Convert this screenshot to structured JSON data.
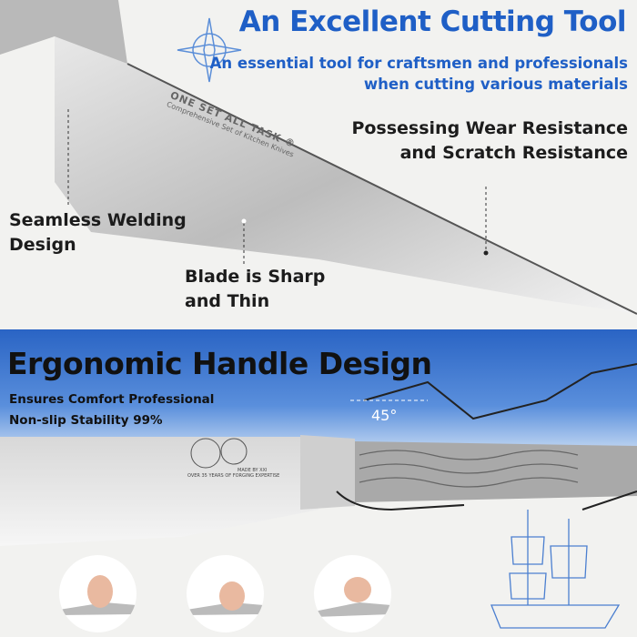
{
  "header": {
    "title": "An Excellent Cutting Tool",
    "subtitle_lines": [
      "An essential tool for craftsmen and professionals",
      "when cutting various materials"
    ]
  },
  "features": {
    "wear": [
      "Possessing Wear Resistance",
      "and Scratch Resistance"
    ],
    "welding": [
      "Seamless Welding",
      "Design"
    ],
    "sharp": [
      "Blade is Sharp",
      "and Thin"
    ]
  },
  "blade_engraving": {
    "brand": "ONE SET ALL TASK ®",
    "tagline": "Comprehensive Set of Kitchen Knives"
  },
  "handle_section": {
    "title": "Ergonomic Handle Design",
    "lines": [
      "Ensures Comfort Professional",
      "Non-slip Stability 99%"
    ],
    "angle": "45°"
  },
  "maker_mark": {
    "made_by": "MADE BY XXI",
    "expertise": "OVER 35 YEARS OF FORGING EXPERTISE"
  },
  "colors": {
    "accent": "#1f5fc6",
    "band": "#2f6fd0"
  }
}
